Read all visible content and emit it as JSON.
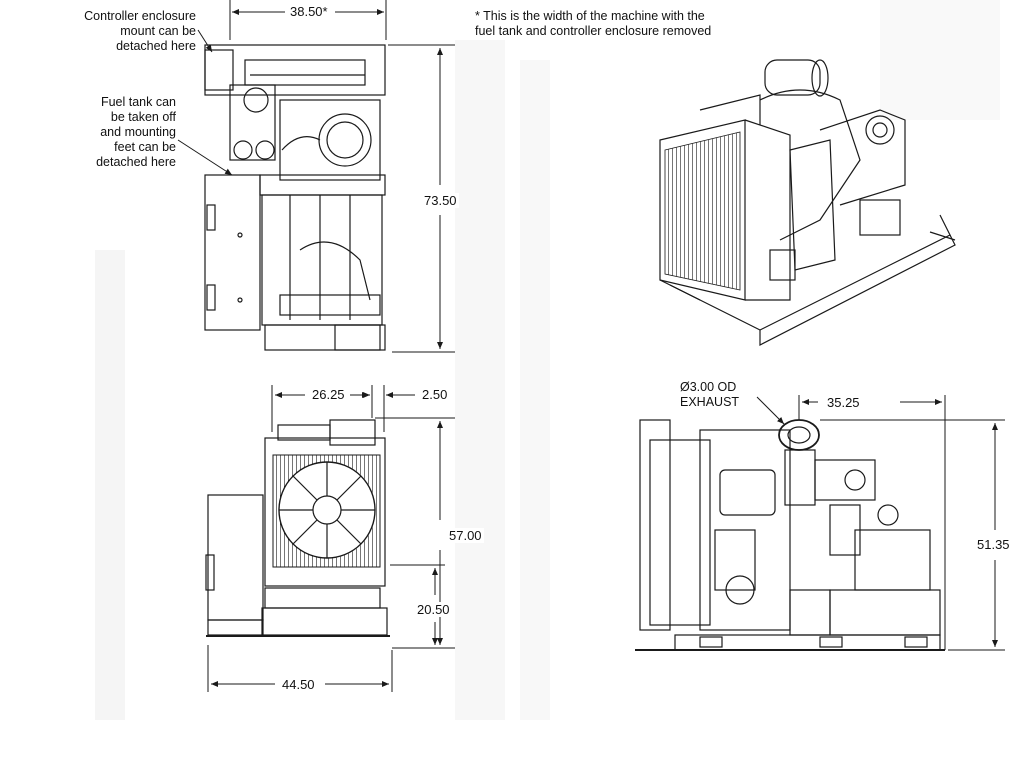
{
  "notes": {
    "controller": [
      "Controller enclosure",
      "mount can be",
      "detached here"
    ],
    "fueltank": [
      "Fuel tank can",
      "be taken off",
      "and mounting",
      "feet can be",
      "detached here"
    ],
    "width_note": [
      "* This is the width of the machine with the",
      "fuel tank and controller enclosure removed"
    ],
    "exhaust": [
      "Ø3.00 OD",
      "EXHAUST"
    ]
  },
  "dimensions": {
    "top_width": "38.50*",
    "top_height": "73.50",
    "front_width_upper": "26.25",
    "front_offset": "2.50",
    "front_height": "57.00",
    "front_lower": "20.50",
    "front_base": "44.50",
    "side_length": "35.25",
    "side_height": "51.35"
  },
  "colors": {
    "line": "#1a1a1a",
    "ghost": "#d9d9d9"
  }
}
